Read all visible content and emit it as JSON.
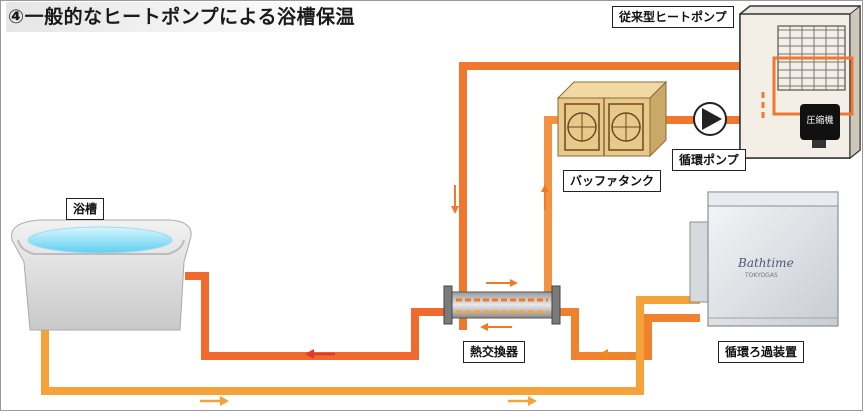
{
  "title": "④一般的なヒートポンプによる浴槽保温",
  "labels": {
    "conventional_heat_pump": "従来型ヒートポンプ",
    "compressor": "圧縮機",
    "buffer_tank": "バッファタンク",
    "circulation_pump": "循環ポンプ",
    "bathtub": "浴槽",
    "heat_exchanger": "熱交換器",
    "filtration_unit": "循環ろ過装置",
    "filtration_brand": "Bathtime",
    "filtration_brand_small": "TOKYOGAS"
  },
  "colors": {
    "hot_pipe": "#f07a2c",
    "warm_pipe": "#f5a23a",
    "arrow_red": "#e03a2a",
    "arrow_orange": "#f08a20",
    "water": "#8fe0f5",
    "tank_tan": "#e8c98a"
  }
}
